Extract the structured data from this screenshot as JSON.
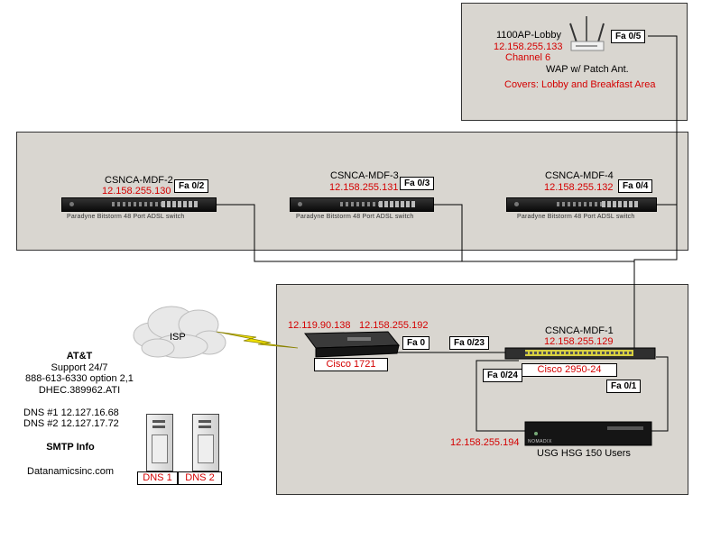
{
  "wap": {
    "name": "1100AP-Lobby",
    "ip": "12.158.255.133",
    "channel": "Channel 6",
    "type": "WAP w/ Patch Ant.",
    "coverage": "Covers: Lobby and Breakfast Area",
    "port": "Fa 0/5"
  },
  "mdf_switches": [
    {
      "name": "CSNCA-MDF-2",
      "ip": "12.158.255.130",
      "port": "Fa 0/2",
      "caption": "Paradyne Bitstorm 48 Port ADSL switch"
    },
    {
      "name": "CSNCA-MDF-3",
      "ip": "12.158.255.131",
      "port": "Fa 0/3",
      "caption": "Paradyne Bitstorm 48 Port ADSL switch"
    },
    {
      "name": "CSNCA-MDF-4",
      "ip": "12.158.255.132",
      "port": "Fa 0/4",
      "caption": "Paradyne Bitstorm 48 Port ADSL switch"
    }
  ],
  "isp": {
    "label": "ISP"
  },
  "router": {
    "ip_wan": "12.119.90.138",
    "ip_lan": "12.158.255.192",
    "model": "Cisco 1721",
    "port": "Fa 0"
  },
  "core_switch": {
    "name": "CSNCA-MDF-1",
    "ip": "12.158.255.129",
    "model": "Cisco 2950-24",
    "port_router": "Fa 0/23",
    "port_usg": "Fa 0/24",
    "port_mdf1": "Fa 0/1"
  },
  "usg": {
    "ip": "12.158.255.194",
    "label": "USG HSG 150 Users",
    "brand": "NOMADIX"
  },
  "provider": {
    "name": "AT&T",
    "support": "Support 24/7",
    "phone": "888-613-6330 option 2,1",
    "circuit": "DHEC.389962.ATI",
    "dns1": "DNS #1 12.127.16.68",
    "dns2": "DNS #2 12.127.17.72",
    "smtp_title": "SMTP Info",
    "smtp_host": "Datanamicsinc.com"
  },
  "dns_servers": [
    {
      "label": "DNS 1"
    },
    {
      "label": "DNS 2"
    }
  ],
  "colors": {
    "panel": "#d9d6d0",
    "ip_text": "#d40000",
    "lightning": "#f2e200"
  }
}
